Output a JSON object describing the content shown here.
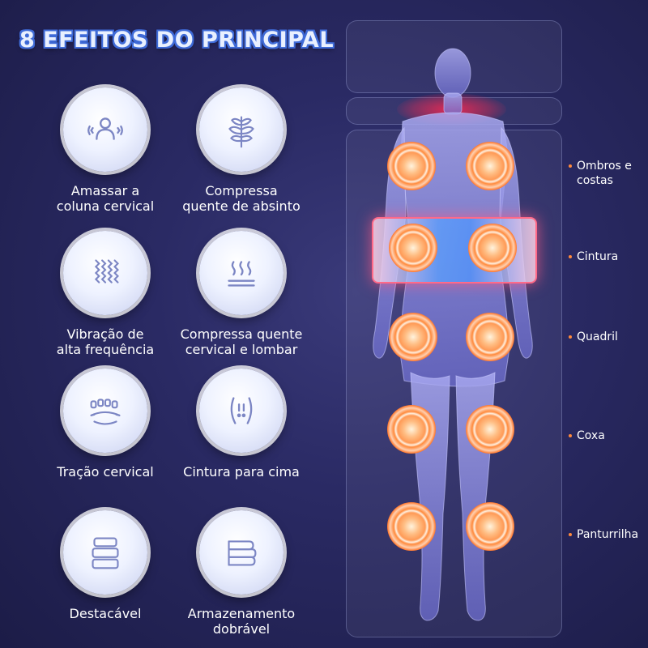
{
  "title": "8 EFEITOS DO PRINCIPAL",
  "features": [
    {
      "label": "Amassar a\ncoluna cervical",
      "icon": "person-massage-icon"
    },
    {
      "label": "Compressa\nquente de absinto",
      "icon": "mugwort-leaf-icon"
    },
    {
      "label": "Vibração de\nalta frequência",
      "icon": "vibration-waves-icon"
    },
    {
      "label": "Compressa quente\ncervical e lombar",
      "icon": "heat-waves-icon"
    },
    {
      "label": "Tração cervical",
      "icon": "spine-traction-icon"
    },
    {
      "label": "Cintura para cima",
      "icon": "waist-lift-icon"
    },
    {
      "label": "Destacável",
      "icon": "detachable-cushions-icon"
    },
    {
      "label": "Armazenamento\ndobrável",
      "icon": "folded-storage-icon"
    }
  ],
  "regions": [
    {
      "label": "Ombros e\ncostas"
    },
    {
      "label": "Cintura"
    },
    {
      "label": "Quadril"
    },
    {
      "label": "Coxa"
    },
    {
      "label": "Panturrilha"
    }
  ],
  "colors": {
    "background": "#2a2a64",
    "title_outline": "#3f6bd8",
    "heat": "#ff8a3c",
    "belt_glow": "#ff6a88"
  }
}
